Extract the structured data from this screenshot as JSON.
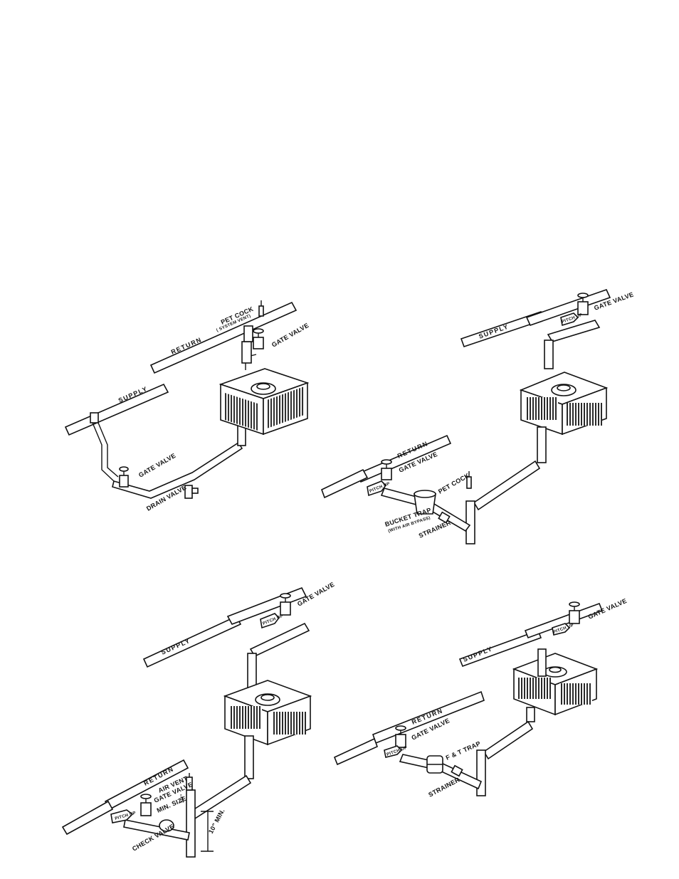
{
  "diagrams": [
    {
      "labels": {
        "pet_cock": "PET COCK",
        "system_vent": "( SYSTEM VENT)",
        "gate_valve_top": "GATE VALVE",
        "return": "RETURN",
        "supply": "SUPPLY",
        "gate_valve_bottom": "GATE VALVE",
        "drain_valve": "DRAIN VALVE"
      }
    },
    {
      "labels": {
        "gate_valve_top": "GATE VALVE",
        "pitch_up_top": "PITCH UP",
        "supply": "SUPPLY",
        "return": "RETURN",
        "gate_valve_bottom": "GATE VALVE",
        "pitch_up_bottom": "PITCH UP",
        "pet_cock": "PET COCK",
        "bucket_trap": "BUCKET TRAP",
        "bucket_trap_note": "(WITH AIR BYPASS)",
        "strainer": "STRAINER"
      }
    },
    {
      "labels": {
        "gate_valve_top": "GATE VALVE",
        "pitch_up_top": "PITCH UP",
        "supply": "SUPPLY",
        "return": "RETURN",
        "pitch_up_bottom": "PITCH UP",
        "air_vent": "AIR VENT",
        "gate_valve_bottom": "GATE VALVE",
        "min_size": "MIN. SIZE",
        "min_size_value": "3/4\"",
        "check_valve": "CHECK VALVE",
        "ten_min": "10\" MIN."
      }
    },
    {
      "labels": {
        "gate_valve_top": "GATE VALVE",
        "pitch_up_top": "PITCH UP",
        "supply": "SUPPLY",
        "return": "RETURN",
        "gate_valve_bottom": "GATE VALVE",
        "pitch_up_bottom": "PITCH UP",
        "ft_trap": "F & T TRAP",
        "strainer": "STRAINER"
      }
    }
  ]
}
